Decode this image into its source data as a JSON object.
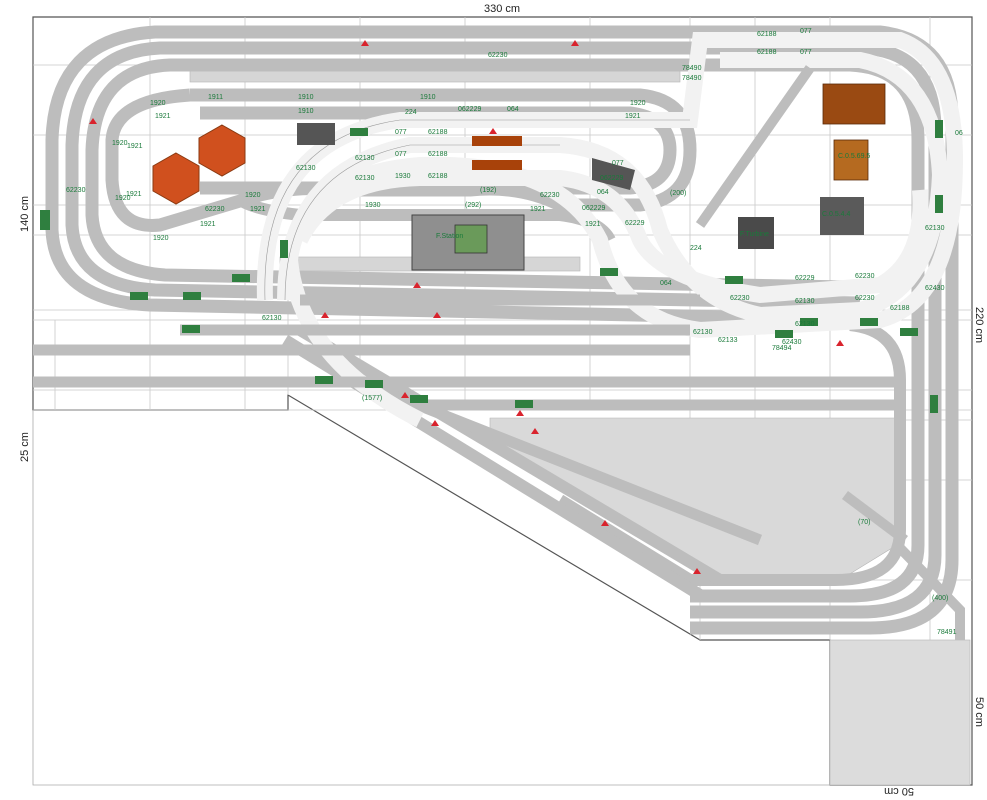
{
  "dimensions": {
    "width": "330 cm",
    "height_left": "140 cm",
    "height_right": "220 cm",
    "small_left": "25 cm",
    "bottom_right_height": "50 cm",
    "bottom_right_width": "50 cm"
  },
  "track_codes": [
    "62188",
    "077",
    "62188",
    "077",
    "78490",
    "78490",
    "1911",
    "1910",
    "1910",
    "1910",
    "1920",
    "1920",
    "1921",
    "1921",
    "224",
    "062229",
    "064",
    "077",
    "62188",
    "62188",
    "077",
    "62188",
    "62130",
    "62130",
    "1930",
    "(192)",
    "1930",
    "(292)",
    "1921",
    "1921",
    "1920",
    "1921",
    "1920",
    "1921",
    "1920",
    "1921",
    "1920",
    "1921",
    "62230",
    "62230",
    "62130",
    "62130",
    "064",
    "062229",
    "62229",
    "62229",
    "62130",
    "62130",
    "62230",
    "62230",
    "62230",
    "224",
    "064",
    "62430",
    "78494",
    "62133",
    "62130",
    "62430",
    "06",
    "077",
    "62188",
    "(200)",
    "(1577)",
    "(70)",
    "(400)",
    "78491",
    "62230",
    "62230",
    "062229",
    "62130"
  ],
  "buildings": {
    "station_label": "F.Station",
    "shed_label": "C.0.5.69.5",
    "block_label": "C.0.5.4.4",
    "engine_label": "F.Turbine"
  },
  "colors": {
    "track": "#bdbdbd",
    "track_light": "#f2f2f2",
    "code_text": "#1a7a3a",
    "board_line": "#555555",
    "red_marker": "#d9232d",
    "roof_orange": "#d0501e",
    "roof_brown": "#9a4a12",
    "signal_green": "#2f7f3f"
  }
}
